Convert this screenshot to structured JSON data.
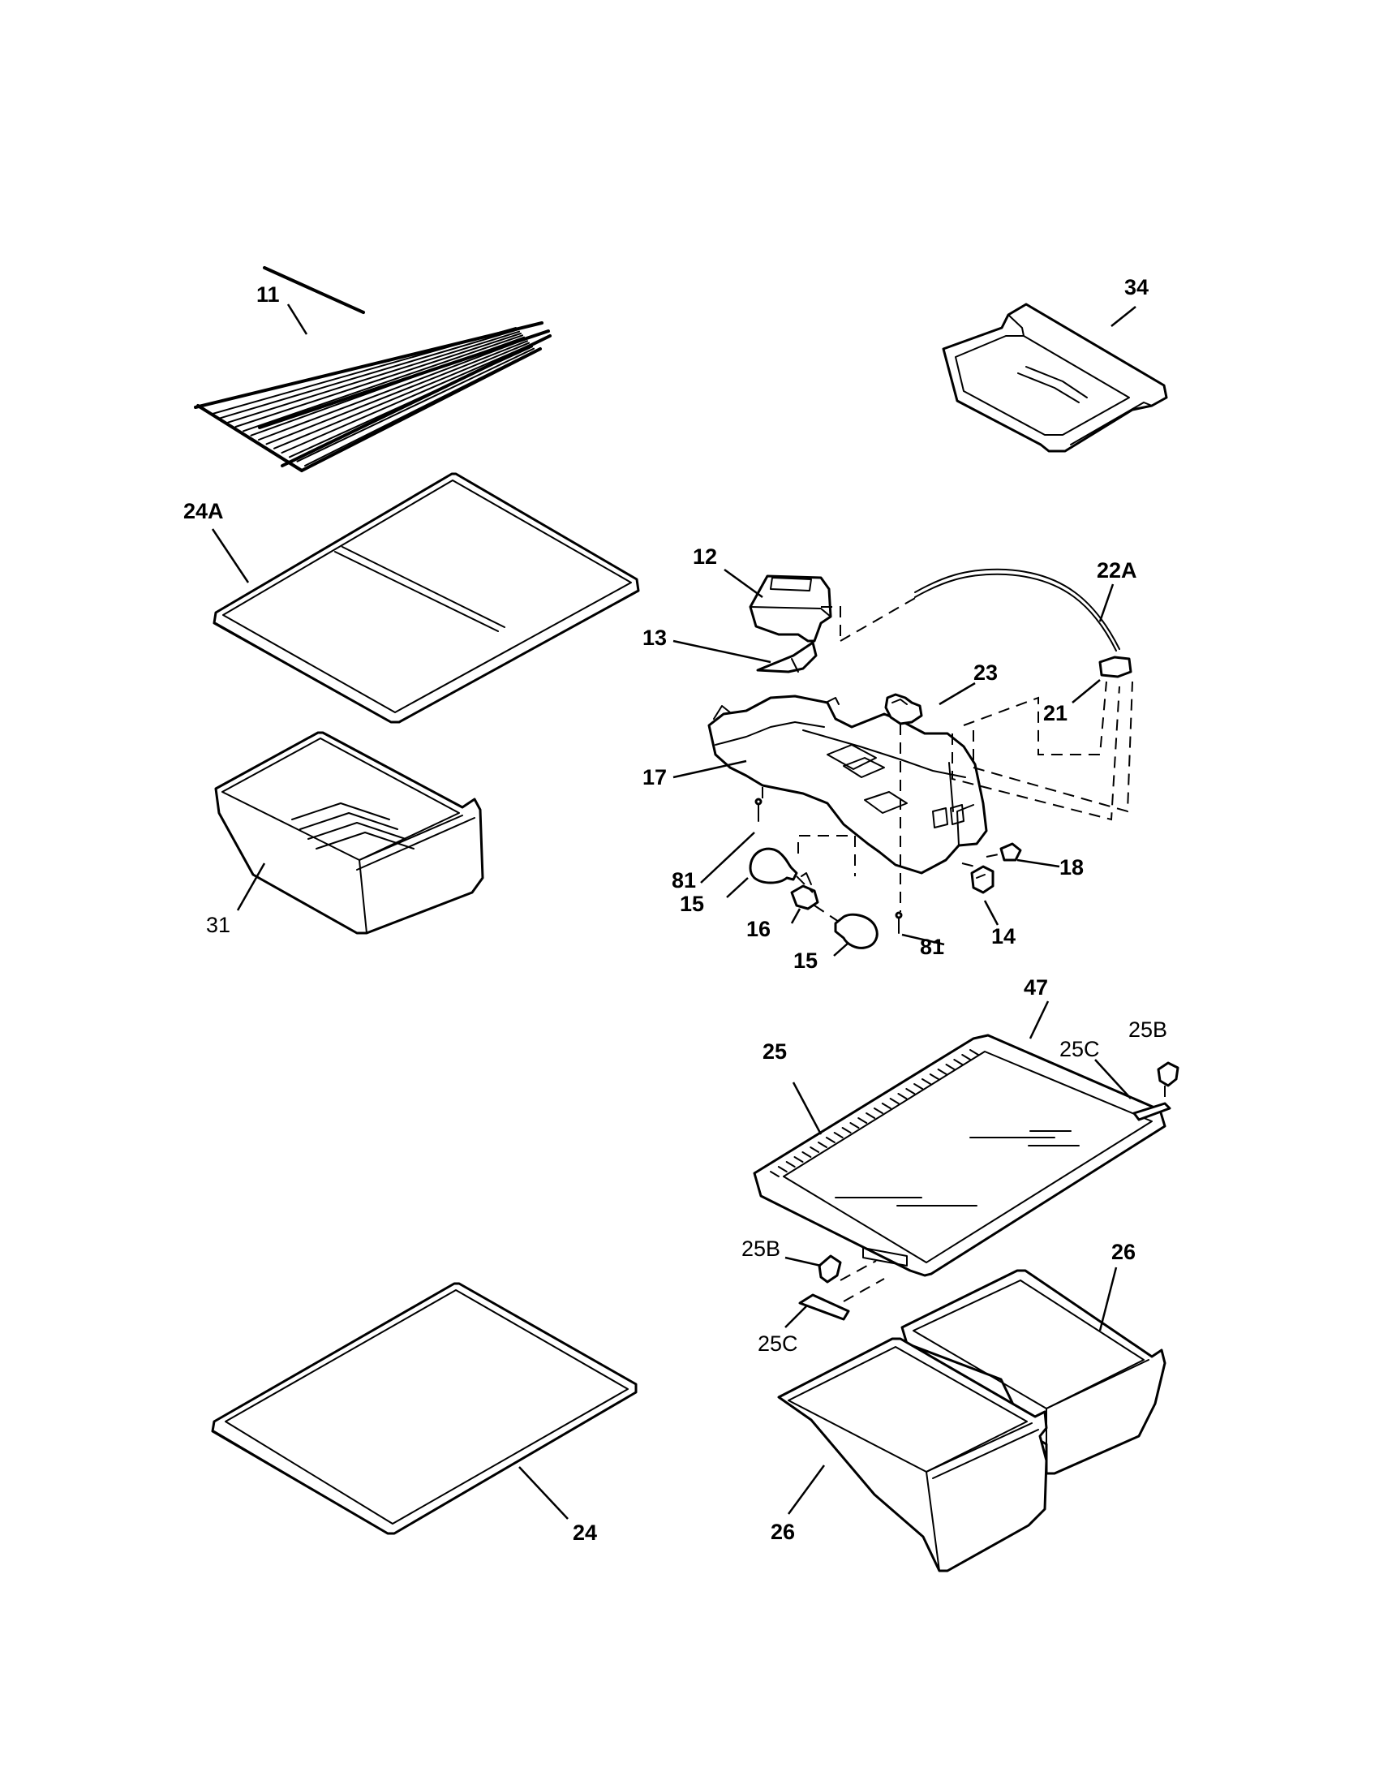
{
  "diagram": {
    "callouts": {
      "c11": "11",
      "c34": "34",
      "c24A": "24A",
      "c12": "12",
      "c22A": "22A",
      "c13": "13",
      "c23": "23",
      "c21": "21",
      "c17": "17",
      "c31": "31",
      "c81a": "81",
      "c18": "18",
      "c15a": "15",
      "c16": "16",
      "c14": "14",
      "c15b": "15",
      "c81b": "81",
      "c47": "47",
      "c25B_top": "25B",
      "c25": "25",
      "c25C_top": "25C",
      "c25B_bot": "25B",
      "c26_right": "26",
      "c25C_bot": "25C",
      "c24": "24",
      "c26_left": "26"
    }
  }
}
